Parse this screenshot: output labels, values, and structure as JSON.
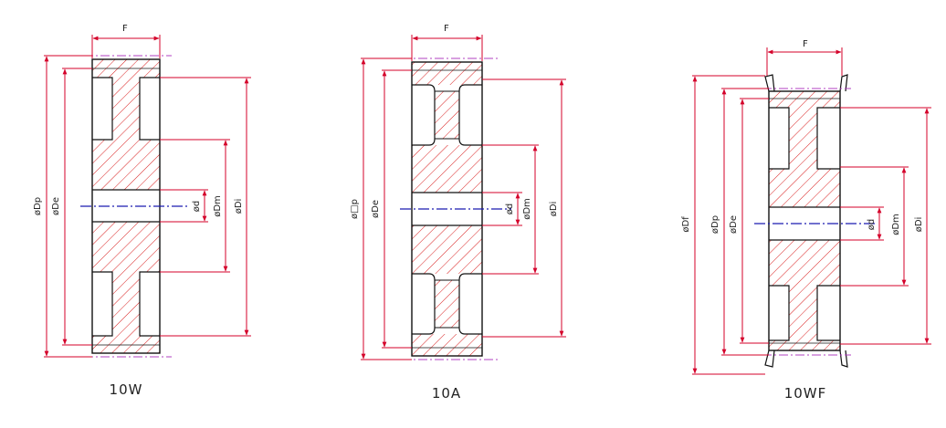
{
  "colors": {
    "outline": "#111111",
    "dimension": "#d4002a",
    "hatch": "#d92020",
    "centerline": "#1a1ab0",
    "phantom": "#b040c0"
  },
  "views": [
    {
      "caption": "10W",
      "width_label": "F",
      "dims": {
        "dp": "øDp",
        "de": "øDe",
        "d": "ød",
        "dm": "øDm",
        "di": "øDi"
      }
    },
    {
      "caption": "10A",
      "width_label": "F",
      "dims": {
        "dp": "ø□p",
        "de": "øDe",
        "d": "ød",
        "dm": "øDm",
        "di": "øDi"
      }
    },
    {
      "caption": "10WF",
      "width_label": "F",
      "dims": {
        "df": "øDf",
        "dp": "øDp",
        "de": "øDe",
        "d": "ød",
        "dm": "øDm",
        "di": "øDi"
      }
    }
  ]
}
